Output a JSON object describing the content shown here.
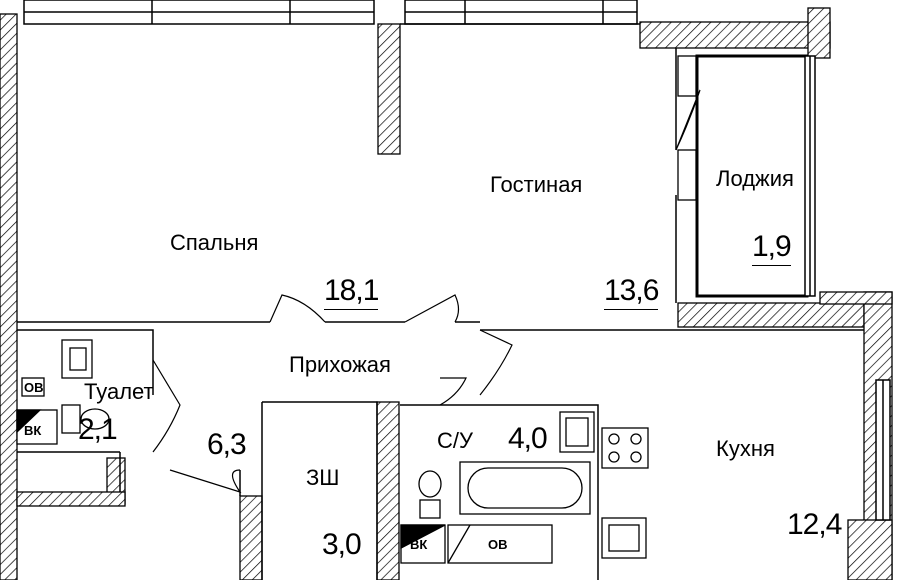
{
  "rooms": {
    "bedroom": {
      "name": "Спальня",
      "area": "18,1"
    },
    "living": {
      "name": "Гостиная",
      "area": "13,6"
    },
    "loggia": {
      "name": "Лоджия",
      "area": "1,9"
    },
    "hallway": {
      "name": "Прихожая",
      "area": "6,3"
    },
    "toilet": {
      "name": "Туалет",
      "area": "2,1"
    },
    "closet": {
      "name": "ЗШ",
      "area": "3,0"
    },
    "bathroom": {
      "name": "С/У",
      "area": "4,0"
    },
    "kitchen": {
      "name": "Кухня",
      "area": "12,4"
    }
  },
  "fixtures": {
    "vk": "ВК",
    "ov": "ОВ"
  },
  "colors": {
    "wall_hatch": "#000000",
    "background": "#ffffff"
  }
}
